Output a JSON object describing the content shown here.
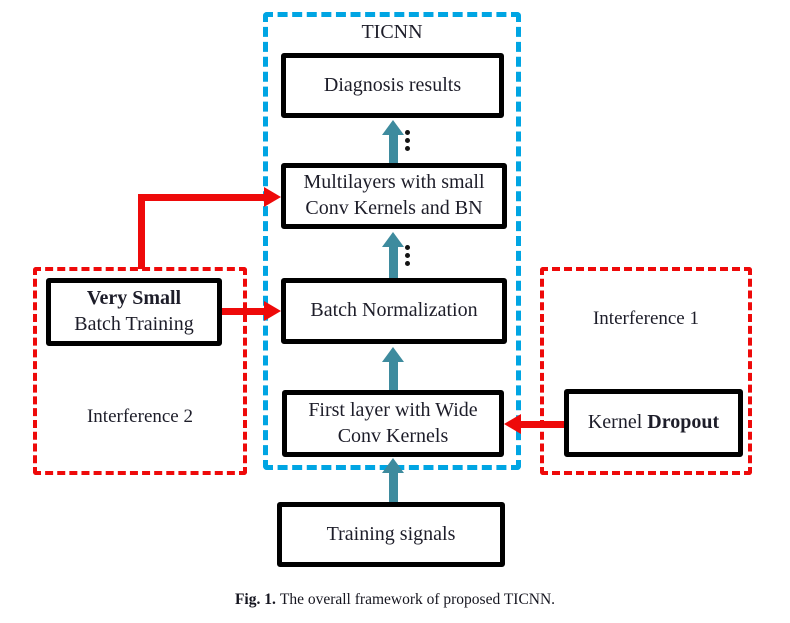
{
  "colors": {
    "ticnn_border": "#00a5e3",
    "interference_border": "#ee0a0a",
    "arrow": "#3e8b9e",
    "node_border": "#000000",
    "text": "#1d1d29"
  },
  "diagram": {
    "ticnn_label": "TICNN",
    "nodes": {
      "diagnosis": "Diagnosis results",
      "multilayers": {
        "line1": "Multilayers with small",
        "line2": "Conv Kernels and BN"
      },
      "batch_norm": "Batch Normalization",
      "first_layer": {
        "line1": "First layer with Wide",
        "line2": "Conv Kernels"
      },
      "training_signals": "Training signals",
      "very_small_batch": {
        "line1": "Very Small",
        "line2": "Batch Training"
      },
      "kernel_dropout": {
        "normal": "Kernel ",
        "bold": "Dropout"
      },
      "interference_1": "Interference 1",
      "interference_2": "Interference 2"
    },
    "edges": [
      {
        "from": "training-signals",
        "to": "first-layer",
        "type": "teal-up-arrow",
        "dots": false
      },
      {
        "from": "first-layer",
        "to": "batch-normalization",
        "type": "teal-up-arrow",
        "dots": false
      },
      {
        "from": "batch-normalization",
        "to": "multilayers",
        "type": "teal-up-arrow",
        "dots": true
      },
      {
        "from": "multilayers",
        "to": "diagnosis-results",
        "type": "teal-up-arrow",
        "dots": true
      },
      {
        "from": "very-small-batch-training",
        "to": "batch-normalization",
        "type": "red-arrow",
        "shape": "straight"
      },
      {
        "from": "very-small-batch-training",
        "to": "multilayers",
        "type": "red-arrow",
        "shape": "elbow"
      },
      {
        "from": "kernel-dropout",
        "to": "first-layer",
        "type": "red-arrow",
        "shape": "straight"
      }
    ]
  },
  "caption": {
    "label": "Fig. 1.",
    "text": "The overall framework of proposed TICNN."
  }
}
